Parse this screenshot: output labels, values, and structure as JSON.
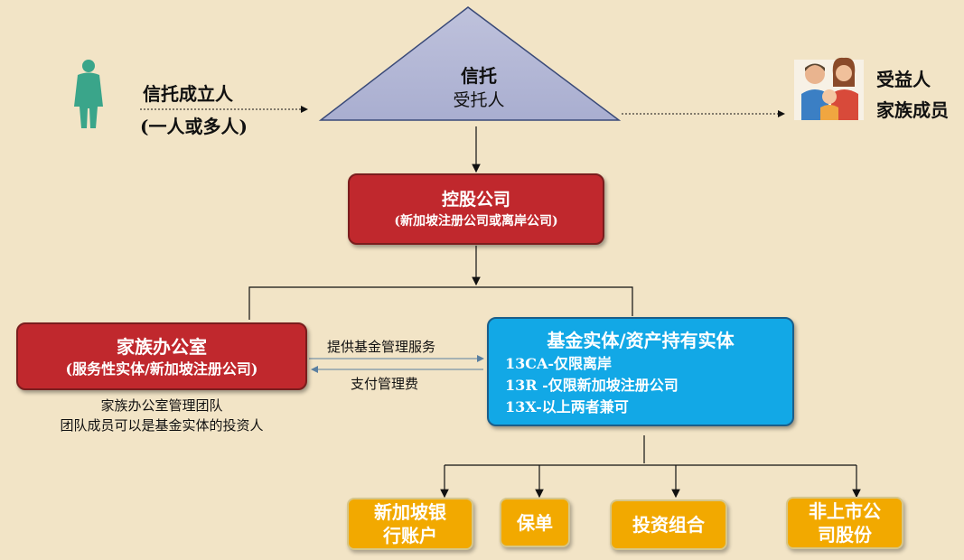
{
  "settlor": {
    "line1": "信托成立人",
    "line2": "(一人或多人)"
  },
  "trust": {
    "title": "信托",
    "subtitle": "受托人"
  },
  "beneficiary": {
    "line1": "受益人",
    "line2": "家族成员"
  },
  "holding": {
    "title": "控股公司",
    "subtitle": "(新加坡注册公司或离岸公司)"
  },
  "family_office": {
    "title": "家族办公室",
    "subtitle": "(服务性实体/新加坡注册公司)",
    "note1": "家族办公室管理团队",
    "note2": "团队成员可以是基金实体的投资人"
  },
  "flows": {
    "service": "提供基金管理服务",
    "fee": "支付管理费"
  },
  "fund": {
    "title": "基金实体/资产持有实体",
    "items": [
      "13CA-仅限离岸",
      "13R -仅限新加坡注册公司",
      "13X-以上两者兼可"
    ]
  },
  "assets": [
    {
      "line1": "新加坡银",
      "line2": "行账户"
    },
    {
      "line1": "保单"
    },
    {
      "line1": "投资组合"
    },
    {
      "line1": "非上市公",
      "line2": "司股份"
    }
  ],
  "colors": {
    "background": "#f2e4c6",
    "red": "#c0282d",
    "blue": "#12a8e6",
    "gold": "#f2a900",
    "triangle": "#b4b8d4"
  }
}
